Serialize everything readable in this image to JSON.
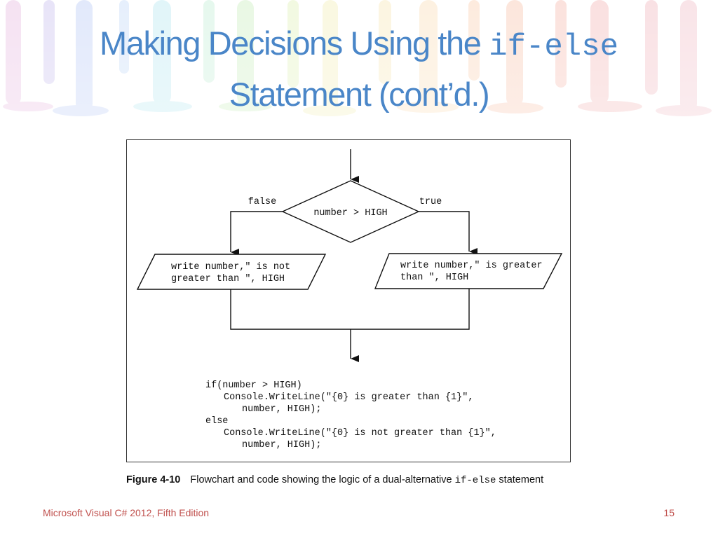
{
  "slide": {
    "title_prefix": "Making Decisions Using the ",
    "title_code": "if-else",
    "title_line2": "Statement (cont’d.)",
    "title_color": "#4a86c8"
  },
  "flowchart": {
    "decision": "number > HIGH",
    "false_label": "false",
    "true_label": "true",
    "false_output": [
      "write number,\" is not",
      "greater than \", HIGH"
    ],
    "true_output": [
      "write number,\" is greater",
      "than \", HIGH"
    ]
  },
  "code": [
    "if(number > HIGH)",
    "Console.WriteLine(\"{0} is greater than {1}\",",
    "number, HIGH);",
    "else",
    "Console.WriteLine(\"{0} is not greater than {1}\",",
    "number, HIGH);"
  ],
  "caption": {
    "label": "Figure 4-10",
    "text": "Flowchart and code showing the logic of a dual-alternative ",
    "code": "if-else",
    "suffix": " statement"
  },
  "footer": {
    "book": "Microsoft Visual C# 2012, Fifth Edition",
    "page_number": "15",
    "color": "#c0504d"
  }
}
